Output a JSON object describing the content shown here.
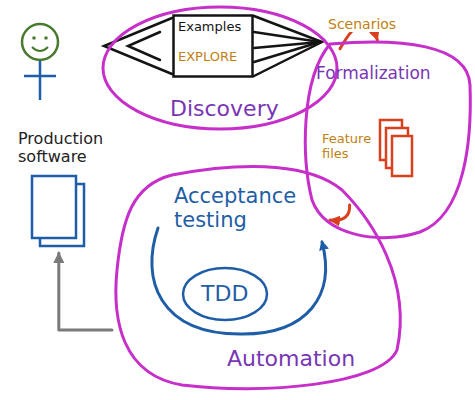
{
  "diagram": {
    "nodes": [
      {
        "text": [
          "Discovery"
        ]
      },
      {
        "text": [
          "Examples",
          "EXPLORE"
        ],
        "in": 0
      },
      {
        "text": [
          "Formalization"
        ]
      },
      {
        "text": [
          "Feature files"
        ],
        "in": 2
      },
      {
        "text": [
          "Automation"
        ]
      },
      {
        "text": [
          "Acceptance testing"
        ],
        "in": 4
      },
      {
        "text": [
          "TDD"
        ],
        "in": 5
      },
      {
        "text": [
          "Production software"
        ]
      }
    ],
    "edges": [
      {
        "from": 0,
        "to": 2,
        "arrow": "to",
        "label": "Scenarios"
      },
      {
        "from": 3,
        "to": 5,
        "arrow": "to"
      },
      {
        "from": 4,
        "to": 7,
        "arrow": "to"
      }
    ]
  }
}
